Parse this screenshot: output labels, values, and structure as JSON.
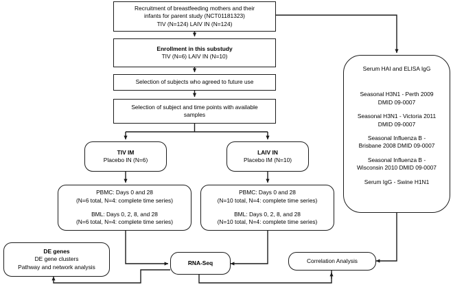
{
  "diagram": {
    "title": "Study design flow chart",
    "stroke_color": "#1a1a1a",
    "background_color": "#ffffff"
  },
  "nodes": {
    "recruitment": {
      "lines": [
        "Recruitment of breastfeeding mothers and their",
        "infants for parent study (NCT01181323)",
        "TIV (N=124) LAIV IN (N=124)"
      ]
    },
    "enrollment": {
      "lines": [
        "Enrollment in this substudy",
        "TIV (N=6) LAIV IN (N=10)"
      ]
    },
    "future_use": {
      "lines": [
        "Selection of subjects who agreed to future use"
      ]
    },
    "time_points": {
      "lines": [
        "Selection of subject and time points with available",
        "samples"
      ]
    },
    "tiv_arm": {
      "lines": [
        "TIV IM",
        "Placebo IN (N=6)"
      ]
    },
    "laiv_arm": {
      "lines": [
        "LAIV IN",
        "Placebo IM (N=10)"
      ]
    },
    "samples_tiv": {
      "lines": [
        "PBMC: Days 0 and 28",
        "(N=6 total, N=4: complete time series)",
        "BML: Days 0, 2, 8, and 28",
        "(N=6 total, N=4: complete time series)"
      ]
    },
    "samples_laiv": {
      "lines": [
        "PBMC: Days 0 and 28",
        "(N=10 total, N=4: complete time series)",
        "BML: Days 0, 2, 8, and 28",
        "(N=10 total, N=4: complete time series)"
      ]
    },
    "serum_assays": {
      "lines": [
        "Serum HAI and ELISA IgG",
        "Seasonal H3N1 - Perth 2009",
        "DMID 09-0007",
        "Seasonal H3N1 - Victoria 2011",
        "DMID 09-0007",
        "Seasonal Influenza B -",
        "Brisbane 2008 DMID 09-0007",
        "Seasonal Influenza B -",
        "Wisconsin 2010 DMID 09-0007",
        "Serum IgG - Swine H1N1"
      ]
    },
    "de_genes": {
      "lines": [
        "DE genes",
        "DE gene clusters",
        "Pathway and network analysis"
      ]
    },
    "rna_seq": {
      "lines": [
        "RNA-Seq"
      ]
    },
    "correlation": {
      "lines": [
        "Correlation Analysis"
      ]
    }
  }
}
